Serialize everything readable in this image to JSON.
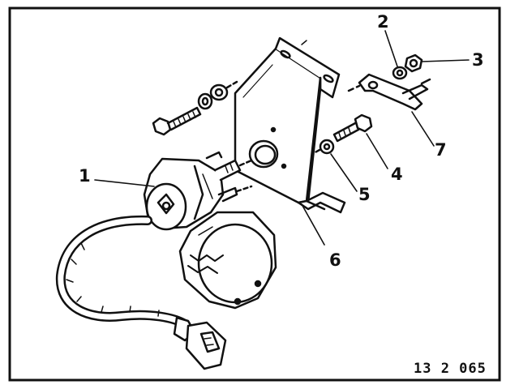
{
  "callouts": [
    "1",
    "2",
    "3",
    "4",
    "5",
    "6",
    "7"
  ],
  "reference_number": "13 2 065",
  "colors": {
    "ink": "#111111",
    "paper": "#ffffff"
  }
}
